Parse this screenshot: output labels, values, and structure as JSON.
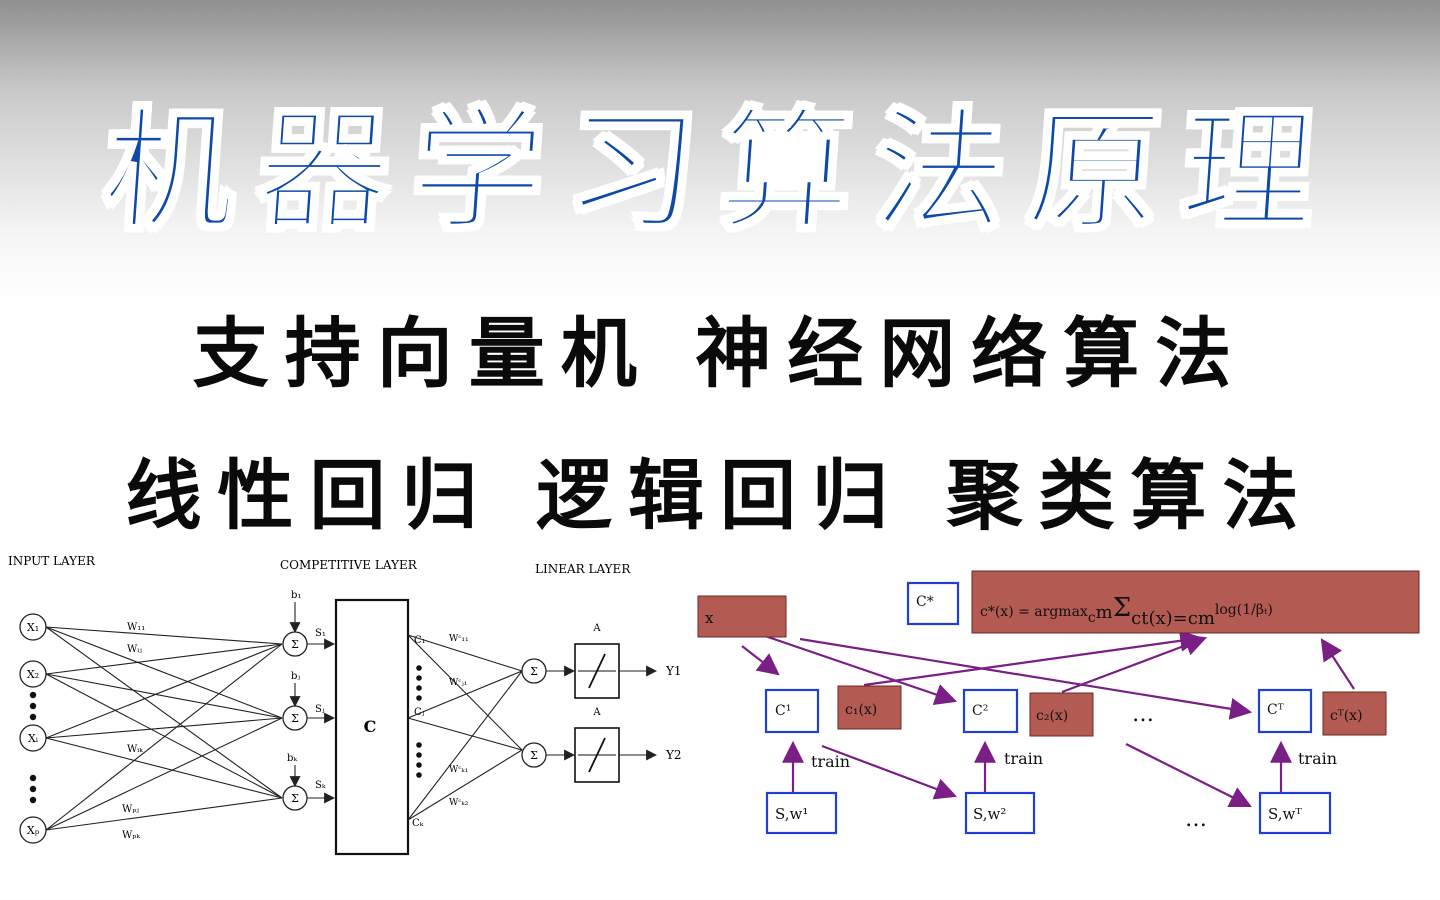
{
  "title": "机器学习算法原理",
  "subtitle_line1": "支持向量机 神经网络算法",
  "subtitle_line2": "线性回归 逻辑回归 聚类算法",
  "nn_diagram": {
    "input_layer_label": "INPUT LAYER",
    "competitive_layer_label": "COMPETITIVE LAYER",
    "linear_layer_label": "LINEAR LAYER",
    "input_nodes": [
      "X₁",
      "X₂",
      "Xᵢ",
      "Xₚ"
    ],
    "weights": [
      "W₁₁",
      "Wᵢⱼ",
      "Wᵢₖ",
      "Wₚⱼ",
      "Wₚₖ"
    ],
    "biases": [
      "b₁",
      "bⱼ",
      "bₖ"
    ],
    "sum_symbol": "Σ",
    "competitive_outputs": [
      "S₁",
      "Sⱼ",
      "Sₖ"
    ],
    "competitive_block": "C",
    "c_outputs": [
      "C₁",
      "Cⱼ",
      "Cₖ"
    ],
    "linear_weights": [
      "Wᶜ₁₁",
      "Wᶜⱼ₁",
      "Wᶜₖ₁",
      "Wᶜₖ₂"
    ],
    "activation_label": "A",
    "outputs": [
      "Y1",
      "Y2"
    ]
  },
  "boost_diagram": {
    "x_label": "x",
    "c_star_label": "C*",
    "formula_prefix": "c*(x) = argmax",
    "formula_sub1": "c",
    "formula_m1": "m",
    "formula_sigma": "Σ",
    "formula_sub2": "ct(x)=c",
    "formula_m2": "m",
    "formula_log": "log(1/βₜ)",
    "classifiers": [
      "C¹",
      "C²",
      "Cᵀ"
    ],
    "classifier_outputs": [
      "c₁(x)",
      "c₂(x)",
      "cᵀ(x)"
    ],
    "samples": [
      "S,w¹",
      "S,w²",
      "S,wᵀ"
    ],
    "train_label": "train",
    "ellipsis": "…"
  },
  "colors": {
    "title_blue": "#0d49a8",
    "box_red": "#b35a52",
    "box_border_blue": "#1f3fd6",
    "arrow_purple": "#7a1f86"
  }
}
